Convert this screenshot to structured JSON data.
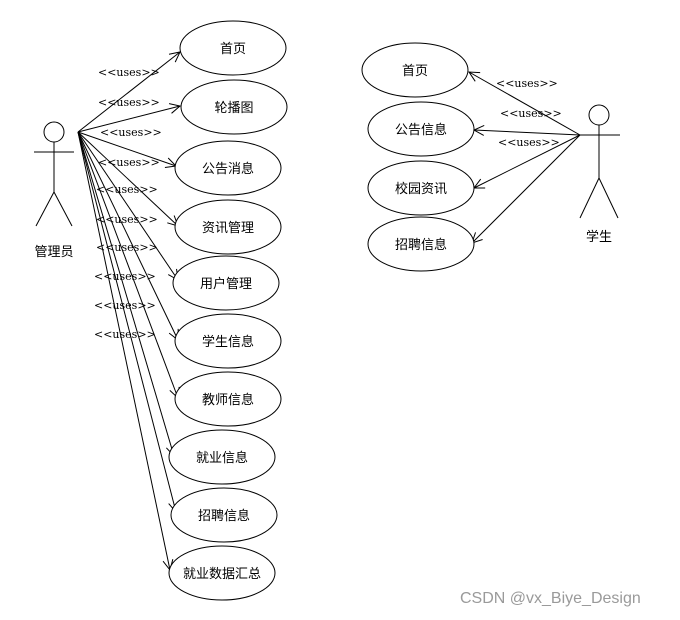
{
  "actors": {
    "admin": {
      "name": "管理员"
    },
    "student": {
      "name": "学生"
    }
  },
  "relation_label": "<<uses>>",
  "admin_use_cases": [
    "首页",
    "轮播图",
    "公告消息",
    "资讯管理",
    "用户管理",
    "学生信息",
    "教师信息",
    "就业信息",
    "招聘信息",
    "就业数据汇总"
  ],
  "student_use_cases": [
    "首页",
    "公告信息",
    "校园资讯",
    "招聘信息"
  ],
  "watermark": "CSDN @vx_Biye_Design"
}
